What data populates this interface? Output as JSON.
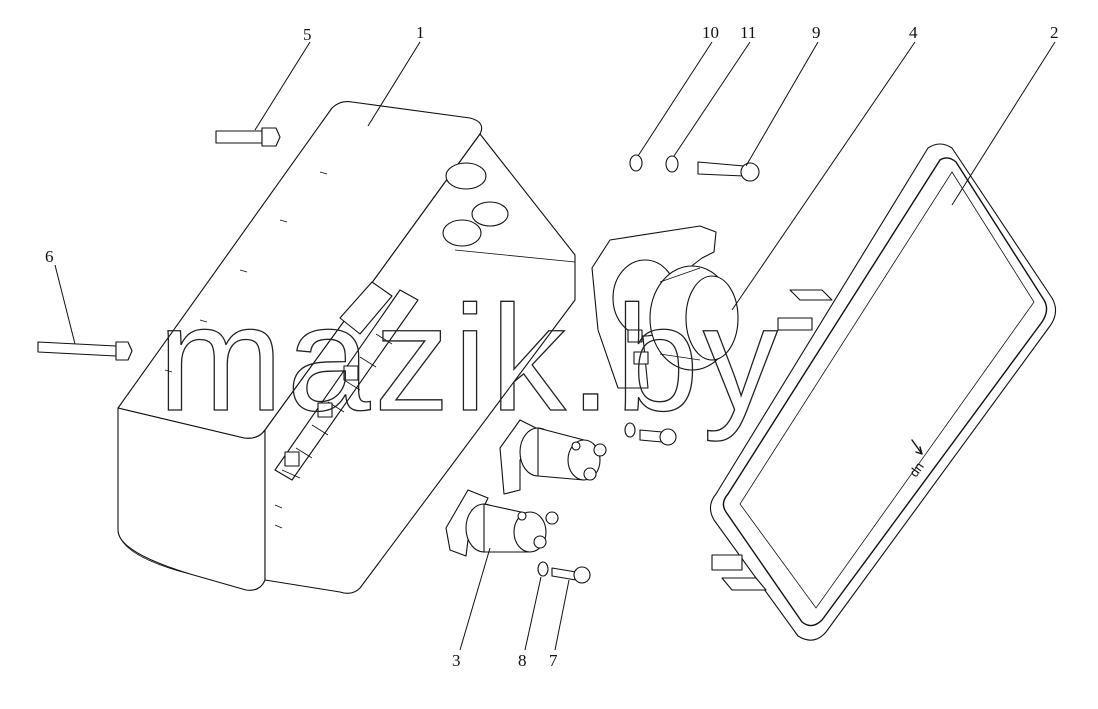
{
  "watermark": "mazik.by",
  "cover_marking": "dn",
  "callouts": [
    {
      "id": "c1",
      "label": "1"
    },
    {
      "id": "c2",
      "label": "2"
    },
    {
      "id": "c3",
      "label": "3"
    },
    {
      "id": "c4",
      "label": "4"
    },
    {
      "id": "c5",
      "label": "5"
    },
    {
      "id": "c6",
      "label": "6"
    },
    {
      "id": "c7",
      "label": "7"
    },
    {
      "id": "c8",
      "label": "8"
    },
    {
      "id": "c9",
      "label": "9"
    },
    {
      "id": "c10",
      "label": "10"
    },
    {
      "id": "c11",
      "label": "11"
    }
  ]
}
